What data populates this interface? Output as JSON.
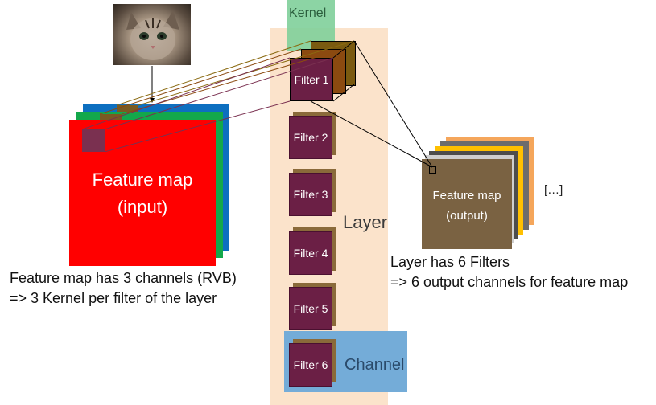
{
  "labels": {
    "kernel": "Kernel",
    "layer": "Layer",
    "channel": "Channel",
    "feature_input_line1": "Feature map",
    "feature_input_line2": "(input)",
    "feature_output_line1": "Feature map",
    "feature_output_line2": "(output)",
    "ellipsis": "[…]",
    "input_note_line1": "Feature map has 3 channels (RVB)",
    "input_note_line2": "=> 3 Kernel per filter of the layer",
    "output_note_line1": "Layer has 6 Filters",
    "output_note_line2": "=> 6 output channels for feature map"
  },
  "filters": [
    "Filter 1",
    "Filter 2",
    "Filter 3",
    "Filter 4",
    "Filter 5",
    "Filter 6"
  ],
  "colors": {
    "layer_band": "#fbe3cb",
    "kernel_band": "#7fcf9a",
    "channel_band": "#74acd8",
    "input_red": "#ff0000",
    "input_green": "#13a84b",
    "input_blue": "#0d6fc0",
    "filter": "#6b1f45",
    "output_map": "#7a6242"
  }
}
